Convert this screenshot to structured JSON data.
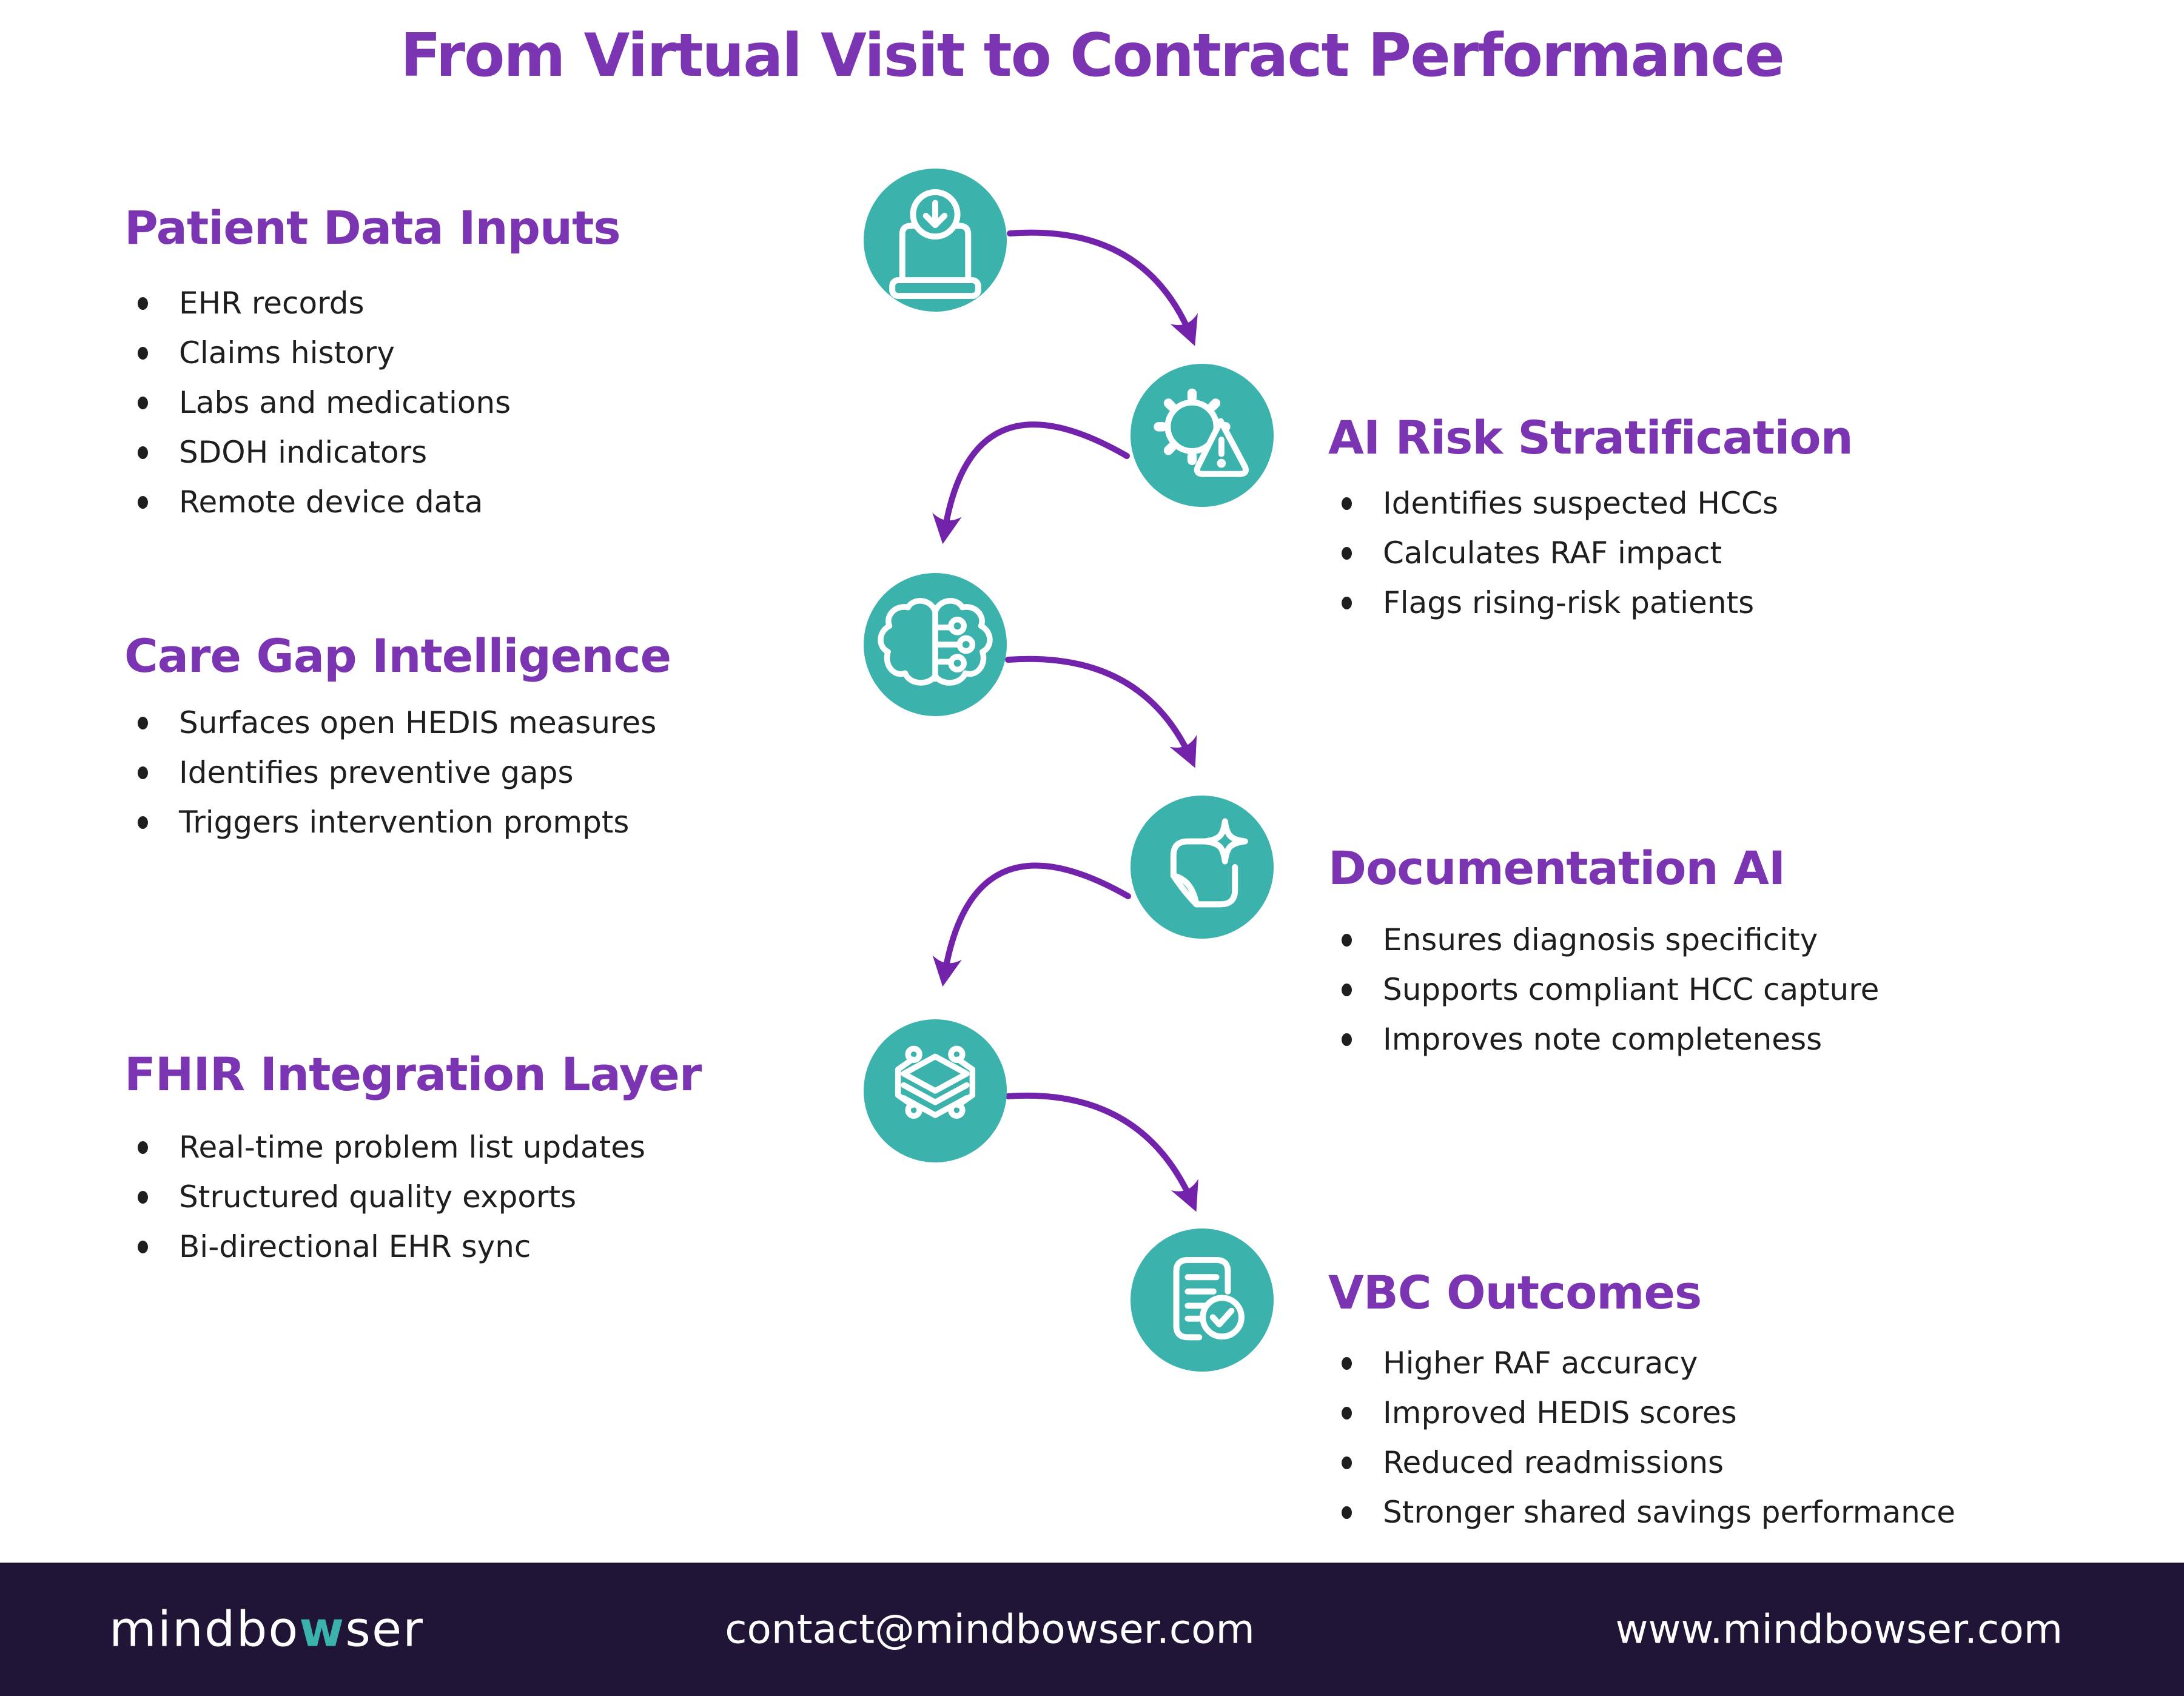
{
  "title": "From Virtual Visit to Contract Performance",
  "sections": {
    "patient_data": {
      "heading": "Patient Data Inputs",
      "items": [
        "EHR records",
        "Claims history",
        "Labs and medications",
        "SDOH indicators",
        "Remote device data"
      ]
    },
    "care_gap": {
      "heading": "Care Gap Intelligence",
      "items": [
        "Surfaces open HEDIS measures",
        "Identifies preventive gaps",
        "Triggers intervention prompts"
      ]
    },
    "fhir": {
      "heading": "FHIR Integration Layer",
      "items": [
        "Real-time problem list updates",
        "Structured quality exports",
        "Bi-directional EHR sync"
      ]
    },
    "ai_risk": {
      "heading": "AI Risk Stratification",
      "items": [
        "Identifies suspected HCCs",
        "Calculates RAF impact",
        "Flags rising-risk patients"
      ]
    },
    "doc_ai": {
      "heading": "Documentation AI",
      "items": [
        "Ensures diagnosis specificity",
        "Supports compliant HCC capture",
        "Improves note completeness"
      ]
    },
    "vbc": {
      "heading": "VBC Outcomes",
      "items": [
        "Higher RAF accuracy",
        "Improved HEDIS scores",
        "Reduced readmissions",
        "Stronger shared savings performance"
      ]
    }
  },
  "flow_icons": [
    {
      "name": "laptop-download-icon",
      "step": 1
    },
    {
      "name": "gear-alert-icon",
      "step": 2
    },
    {
      "name": "ai-brain-icon",
      "step": 3
    },
    {
      "name": "document-sparkle-icon",
      "step": 4
    },
    {
      "name": "data-layers-icon",
      "step": 5
    },
    {
      "name": "document-check-icon",
      "step": 6
    }
  ],
  "footer": {
    "logo_part1": "mindbo",
    "logo_accent": "w",
    "logo_part2": "ser",
    "email": "contact@mindbowser.com",
    "website": "www.mindbowser.com"
  },
  "colors": {
    "heading_purple": "#7B35B2",
    "arrow_purple": "#7323AB",
    "node_teal": "#3BB3AC",
    "body_text": "#1E1E1E",
    "footer_bg": "#201537",
    "icon_stroke": "#FFFFFF"
  }
}
